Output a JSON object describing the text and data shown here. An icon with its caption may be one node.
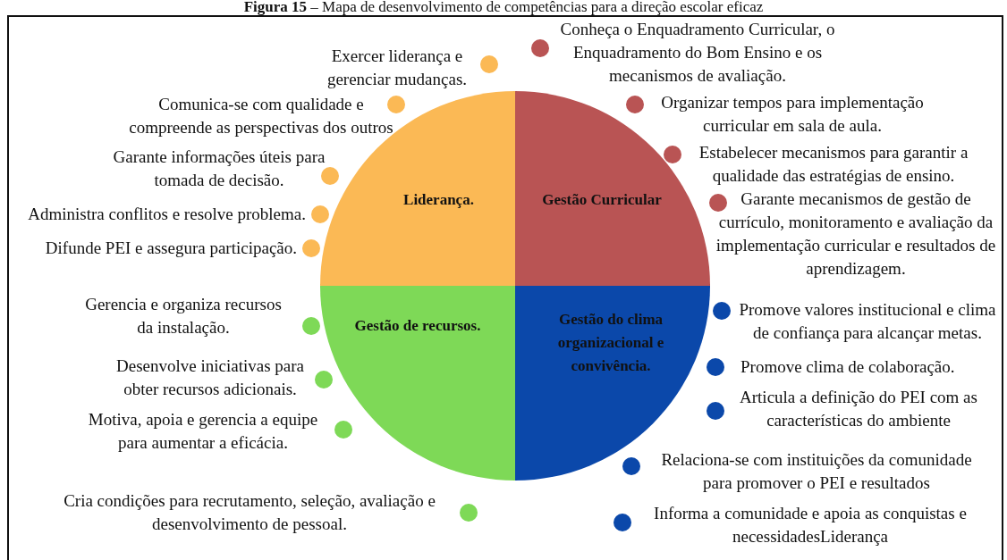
{
  "diagram": {
    "title": "**Figura 15** – Mapa de desenvolvimento de competências para a direção escolar eficaz",
    "nodes": [
      {
        "text": [
          "Liderança."
        ]
      },
      {
        "text": [
          "Gestão Curricular"
        ]
      },
      {
        "text": [
          "Gestão de recursos."
        ]
      },
      {
        "text": [
          "Gestão do clima organizacional e convivência."
        ]
      },
      {
        "text": [],
        "shape": "circle"
      },
      {
        "text": [],
        "shape": "circle"
      },
      {
        "text": [],
        "shape": "circle"
      },
      {
        "text": [],
        "shape": "circle"
      },
      {
        "text": [],
        "shape": "circle"
      },
      {
        "text": [],
        "shape": "circle"
      },
      {
        "text": [],
        "shape": "circle"
      },
      {
        "text": [],
        "shape": "circle"
      },
      {
        "text": [],
        "shape": "circle"
      },
      {
        "text": [],
        "shape": "circle"
      },
      {
        "text": [],
        "shape": "circle"
      },
      {
        "text": [],
        "shape": "circle"
      },
      {
        "text": [],
        "shape": "circle"
      },
      {
        "text": [],
        "shape": "circle"
      },
      {
        "text": [],
        "shape": "circle"
      },
      {
        "text": [],
        "shape": "circle"
      },
      {
        "text": [],
        "shape": "circle"
      },
      {
        "text": [],
        "shape": "circle"
      }
    ],
    "labels": [
      "Exercer liderança e gerenciar mudanças.",
      "Comunica-se com qualidade e compreende as perspectivas dos outros",
      "Garante informações úteis para tomada de decisão.",
      "Administra conflitos e resolve problema.",
      "Difunde PEI e assegura participação.",
      "Conheça o Enquadramento Curricular, o Enquadramento do Bom Ensino e os mecanismos de avaliação.",
      "Organizar tempos para implementação curricular em sala de aula.",
      "Estabelecer mecanismos para garantir a qualidade das estratégias de ensino.",
      "Garante mecanismos de gestão de currículo, monitoramento e avaliação da implementação curricular e resultados de aprendizagem.",
      "Promove valores institucional e clima de confiança para alcançar metas.",
      "Promove clima de colaboração.",
      "Articula a definição do PEI com as características do ambiente",
      "Relaciona-se com instituições da comunidade para promover o PEI e resultados",
      "Informa a comunidade e apoia as conquistas e necessidadesLiderança",
      "Gerencia e organiza recursos da instalação.",
      "Desenvolve iniciativas para obter recursos adicionais.",
      "Motiva, apoia e gerencia a equipe para aumentar a eficácia.",
      "Cria condições para recrutamento, seleção, avaliação e desenvolvimento de pessoal."
    ]
  }
}
